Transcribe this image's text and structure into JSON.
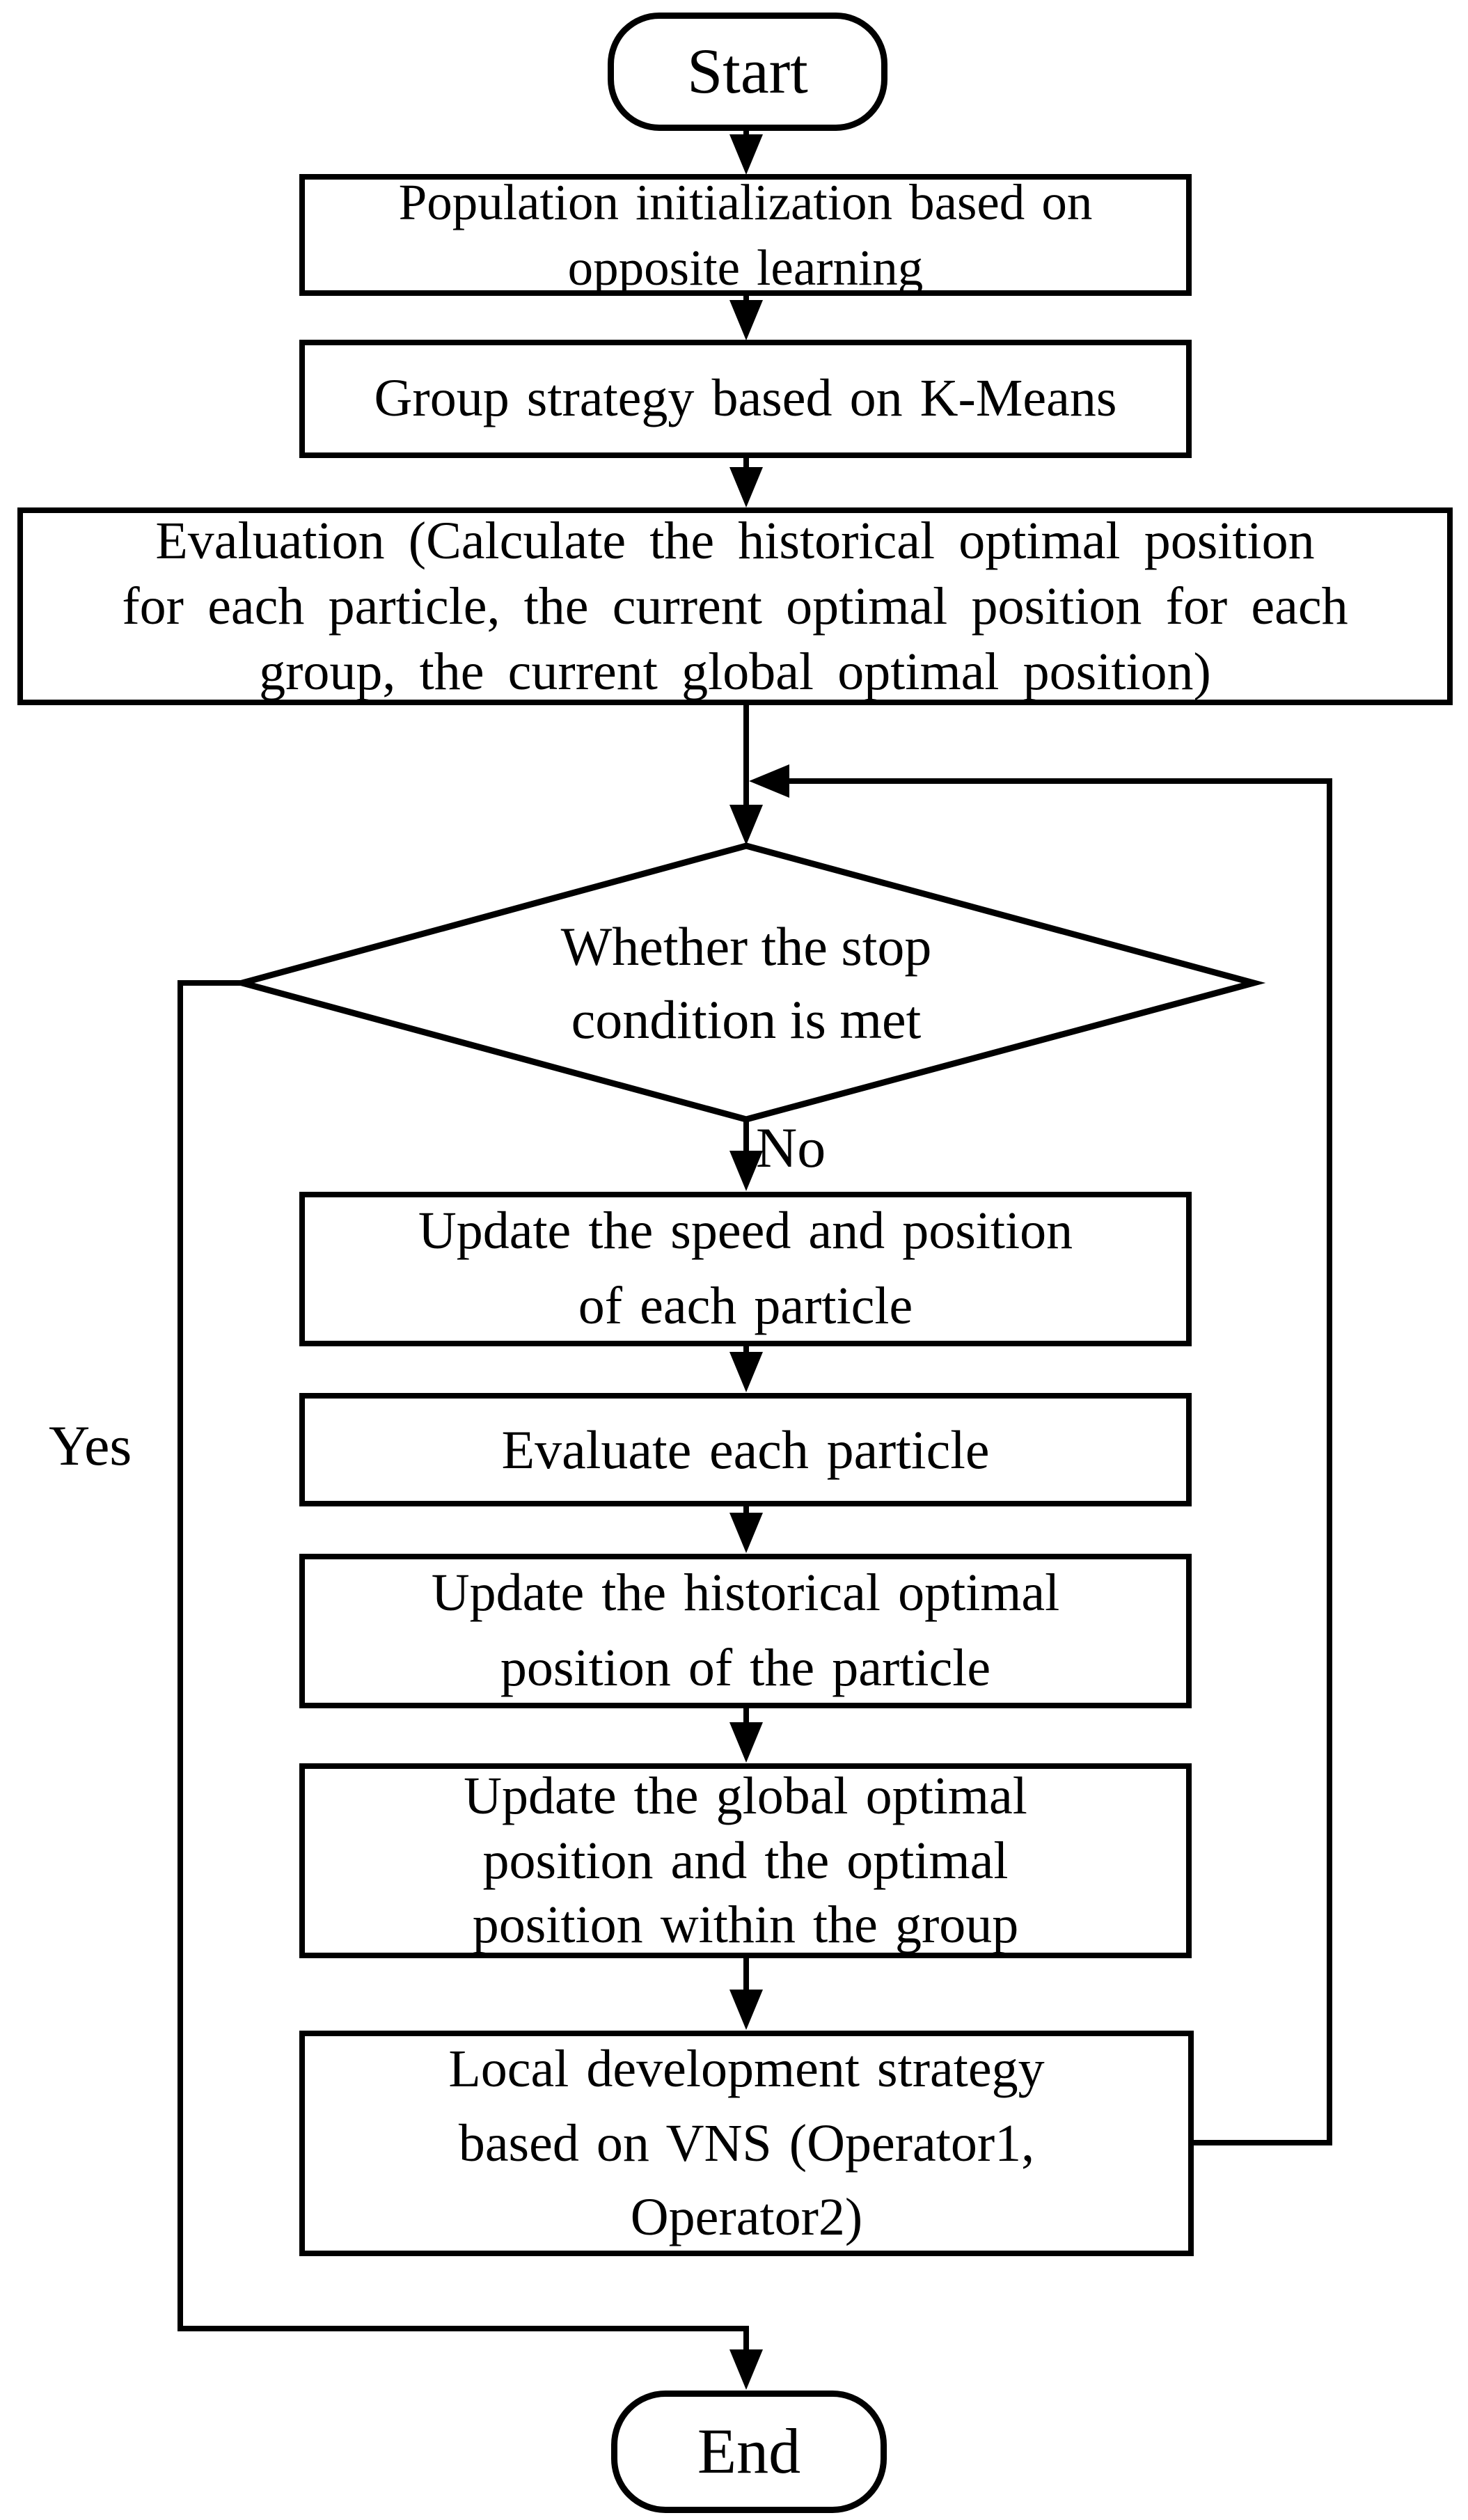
{
  "palette": {
    "background": "#ffffff",
    "stroke": "#000000",
    "text": "#000000"
  },
  "nodes": {
    "start": {
      "label": "Start",
      "shape": "stadium"
    },
    "population_init": {
      "text": "Population initialization based on\nopposite learning",
      "shape": "rect"
    },
    "group_strategy": {
      "text": "Group strategy based on K-Means",
      "shape": "rect"
    },
    "evaluation": {
      "text": "Evaluation (Calculate the historical optimal position\nfor each particle, the current optimal position for each\ngroup, the current global optimal position)",
      "shape": "rect"
    },
    "stop_condition": {
      "text": "Whether the stop\ncondition is met",
      "shape": "diamond"
    },
    "update_speed": {
      "text": "Update the speed and position\nof each particle",
      "shape": "rect"
    },
    "evaluate_particle": {
      "text": "Evaluate each particle",
      "shape": "rect"
    },
    "update_historical": {
      "text": "Update the historical optimal\nposition of the particle",
      "shape": "rect"
    },
    "update_global": {
      "text": "Update the global optimal\nposition and the optimal\nposition within the group",
      "shape": "rect"
    },
    "local_development": {
      "text": "Local development strategy\nbased on VNS (Operator1,\nOperator2)",
      "shape": "rect"
    },
    "end": {
      "label": "End",
      "shape": "stadium"
    }
  },
  "edge_labels": {
    "no": "No",
    "yes": "Yes"
  },
  "edges": [
    {
      "from": "start",
      "to": "population_init"
    },
    {
      "from": "population_init",
      "to": "group_strategy"
    },
    {
      "from": "group_strategy",
      "to": "evaluation"
    },
    {
      "from": "evaluation",
      "to": "stop_condition"
    },
    {
      "from": "stop_condition",
      "to": "update_speed",
      "label": "No"
    },
    {
      "from": "update_speed",
      "to": "evaluate_particle"
    },
    {
      "from": "evaluate_particle",
      "to": "update_historical"
    },
    {
      "from": "update_historical",
      "to": "update_global"
    },
    {
      "from": "update_global",
      "to": "local_development"
    },
    {
      "from": "local_development",
      "to": "stop_condition",
      "kind": "feedback-loop"
    },
    {
      "from": "stop_condition",
      "to": "end",
      "label": "Yes"
    }
  ]
}
